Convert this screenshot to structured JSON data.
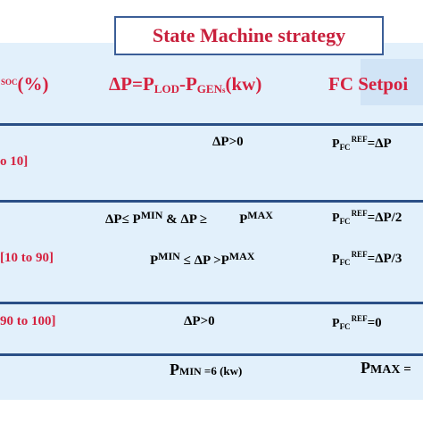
{
  "title": "State Machine strategy",
  "header": {
    "soc": {
      "sup": "SOC",
      "label": "(%)"
    },
    "delta": {
      "lead": "ΔP=P",
      "lod": "LOD",
      "mid": "-P",
      "gen": "GEN",
      "gen_s": "s",
      "unit": "(kw)"
    },
    "fc": "FC Setpoi"
  },
  "row1": {
    "range": "o 10]",
    "condition": "ΔP>0",
    "setpoint": {
      "p": "P",
      "sub": "FC",
      "sup": "REF",
      "rhs": "=ΔP"
    }
  },
  "row2": {
    "range": "[10 to 90]",
    "cond_a": {
      "lead": "ΔP≤ P",
      "sup1": "MIN",
      "mid": " & ΔP ≥",
      "p2": "P",
      "sup2": "MAX"
    },
    "cond_b": {
      "p1": "P",
      "sup1": "MIN",
      "mid": " ≤ ΔP >P",
      "sup2": "MAX"
    },
    "setpoint_a": {
      "p": "P",
      "sub": "FC",
      "sup": "REF",
      "rhs": "=ΔP/2"
    },
    "setpoint_b": {
      "p": "P",
      "sub": "FC",
      "sup": "REF",
      "rhs": "=ΔP/3"
    }
  },
  "row3": {
    "range": "90 to 100]",
    "condition": "ΔP>0",
    "setpoint": {
      "p": "P",
      "sub": "FC",
      "sup": "REF",
      "rhs": "=0"
    }
  },
  "limits": {
    "pmin": {
      "p": "P",
      "sup": "MIN",
      "rest": " =6 (kw)"
    },
    "pmax": {
      "p": "P",
      "sup": "MAX",
      "rest": " ="
    }
  },
  "colors": {
    "accent": "#d5213f",
    "rule": "#2a4f86",
    "panel": "#e2f0fb"
  }
}
